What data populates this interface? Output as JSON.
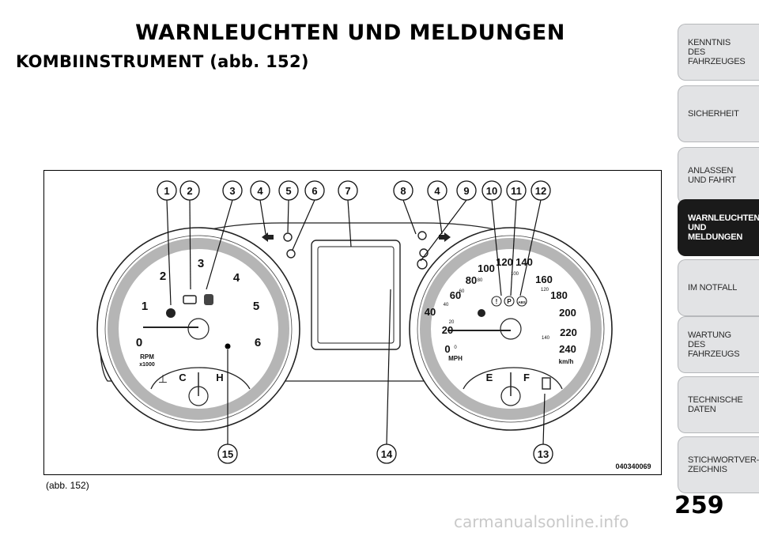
{
  "page": {
    "title": "WARNLEUCHTEN UND MELDUNGEN",
    "subtitle": "KOMBIINSTRUMENT (abb.  152)",
    "caption": "(abb. 152)",
    "page_number": "259",
    "watermark": "carmanualsonline.info"
  },
  "tabs": [
    {
      "label": "KENNTNIS\nDES\nFAHRZEUGES",
      "active": false
    },
    {
      "label": "SICHERHEIT",
      "active": false
    },
    {
      "label": "ANLASSEN\nUND FAHRT",
      "active": false
    },
    {
      "label": "WARNLEUCHTEN\nUND\nMELDUNGEN",
      "active": true
    },
    {
      "label": "IM NOTFALL",
      "active": false
    },
    {
      "label": "WARTUNG\nDES\nFAHRZEUGS",
      "active": false
    },
    {
      "label": "TECHNISCHE\nDATEN",
      "active": false
    },
    {
      "label": "STICHWORTVER-\nZEICHNIS",
      "active": false
    }
  ],
  "figure": {
    "image_code": "040340069",
    "callouts": [
      "1",
      "2",
      "3",
      "4",
      "5",
      "6",
      "7",
      "8",
      "4",
      "9",
      "10",
      "11",
      "12",
      "13",
      "14",
      "15"
    ],
    "tach": {
      "ticks": [
        "0",
        "1",
        "2",
        "3",
        "4",
        "5",
        "6"
      ],
      "unit_line1": "RPM",
      "unit_line2": "x1000",
      "temp_cold": "C",
      "temp_hot": "H"
    },
    "speedo": {
      "kmh_labels": [
        "0",
        "20",
        "40",
        "60",
        "80",
        "100",
        "120",
        "140",
        "160",
        "180",
        "200",
        "220",
        "240"
      ],
      "mph_labels": [
        "0",
        "20",
        "40",
        "60",
        "80",
        "100",
        "120",
        "140"
      ],
      "unit_kmh": "km/h",
      "unit_mph": "MPH",
      "fuel_empty": "E",
      "fuel_full": "F"
    },
    "indicators": {
      "brake": "!",
      "park": "P",
      "abs": "ABS"
    }
  },
  "colors": {
    "tab_bg": "#e2e3e5",
    "tab_active_bg": "#1a1a1a",
    "gauge_ring": "#b5b5b5"
  }
}
